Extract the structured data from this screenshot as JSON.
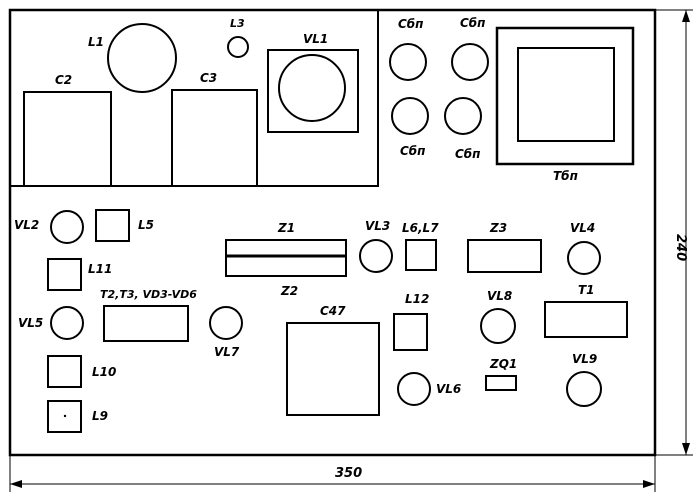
{
  "labels": {
    "l1": "L1",
    "l3": "L3",
    "vl1": "VL1",
    "c2": "C2",
    "c3": "C3",
    "cbp1": "Cбп",
    "cbp2": "Cбп",
    "cbp3": "Cбп",
    "cbp4": "Cбп",
    "tbp": "Tбп",
    "vl2": "VL2",
    "l5": "L5",
    "l11": "L11",
    "vl5": "VL5",
    "t2t3": "T2,T3, VD3-VD6",
    "vl7": "VL7",
    "l10": "L10",
    "l9": "L9",
    "z1": "Z1",
    "z2": "Z2",
    "vl3": "VL3",
    "l6l7": "L6,L7",
    "z3": "Z3",
    "vl4": "VL4",
    "c47": "C47",
    "l12": "L12",
    "vl8": "VL8",
    "t1": "T1",
    "vl6": "VL6",
    "zq1": "ZQ1",
    "vl9": "VL9"
  },
  "dimensions": {
    "width": "350",
    "height": "240"
  }
}
